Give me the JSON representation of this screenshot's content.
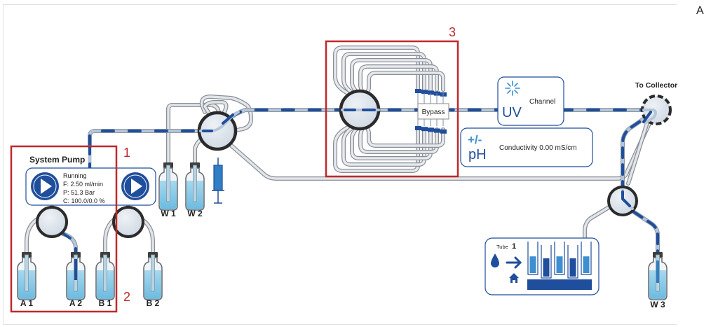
{
  "panel_letter": "A",
  "callouts": {
    "one": "1",
    "two": "2",
    "three": "3"
  },
  "colors": {
    "accent": "#1f4e9c",
    "tube": "#c9d2de",
    "liquid": "#8fcbe6",
    "highlight": "#c0282a",
    "valve": "#dde3ea"
  },
  "system_pump": {
    "title": "System Pump",
    "status": "Running",
    "flow": "F: 2.50 ml/min",
    "pressure": "P: 51.3  Bar",
    "composition": "C: 100.0/0.0 %"
  },
  "bottles": {
    "a1": "A 1",
    "a2": "A 2",
    "b1": "B 1",
    "b2": "B 2",
    "w1": "W 1",
    "w2": "W 2",
    "w3": "W 3"
  },
  "column_valve": {
    "bypass_label": "Bypass"
  },
  "uv": {
    "label": "UV",
    "channel": "Channel"
  },
  "conductivity": {
    "icon_top": "+/-",
    "icon_bottom": "pH",
    "text": "Conductivity 0.00 mS/cm"
  },
  "collector": {
    "title": "To Collector"
  },
  "fraction_collector": {
    "tube_prefix": "Tube",
    "tube_number": "1",
    "tube_fill_levels": [
      0.55,
      0.6,
      0.55,
      0.6,
      0.55
    ]
  }
}
